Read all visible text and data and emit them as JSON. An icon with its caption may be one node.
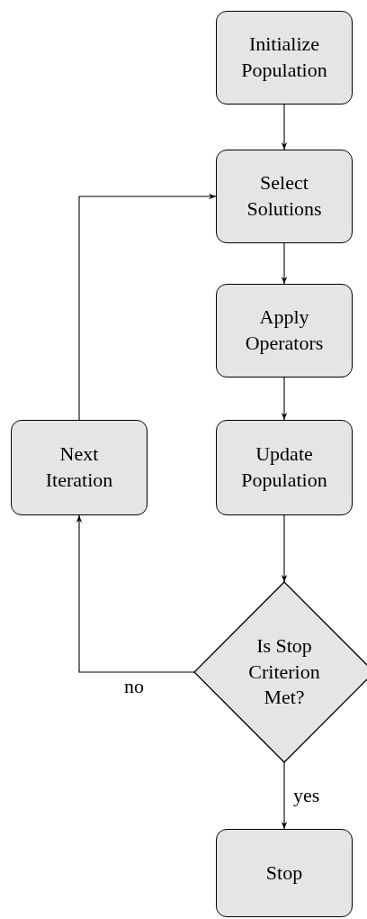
{
  "diagram": {
    "nodes": [
      {
        "text": [
          "Initialize Population"
        ]
      },
      {
        "text": [
          "Select Solutions"
        ]
      },
      {
        "text": [
          "Apply Operators"
        ]
      },
      {
        "text": [
          "Next Iteration"
        ]
      },
      {
        "text": [
          "Update Population"
        ]
      },
      {
        "text": [
          "Is Stop Criterion Met?"
        ]
      },
      {
        "text": [
          "Stop"
        ]
      }
    ],
    "edges": [
      {
        "from": 0,
        "to": 1,
        "arrow": "to"
      },
      {
        "from": 1,
        "to": 2,
        "arrow": "to"
      },
      {
        "from": 2,
        "to": 4,
        "arrow": "to"
      },
      {
        "from": 4,
        "to": 5,
        "arrow": "to"
      },
      {
        "from": 5,
        "to": 6,
        "arrow": "to",
        "label": "yes"
      },
      {
        "from": 5,
        "to": 3,
        "arrow": "to",
        "label": "no"
      },
      {
        "from": 3,
        "to": 1,
        "arrow": "to"
      }
    ]
  }
}
